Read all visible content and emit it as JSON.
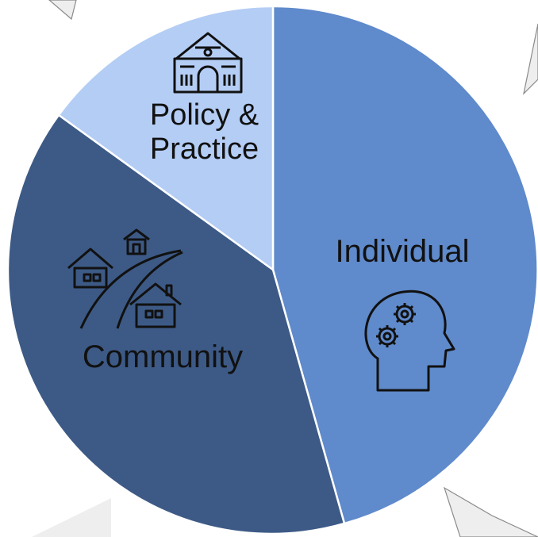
{
  "diagram": {
    "segments": [
      {
        "id": "individual",
        "label": "Individual",
        "icon": "head-gears-icon",
        "color": "#5f8acb",
        "share": 0.45
      },
      {
        "id": "community",
        "label": "Community",
        "icon": "houses-road-icon",
        "color": "#3d5a86",
        "share": 0.4
      },
      {
        "id": "policy",
        "label_line1": "Policy &",
        "label_line2": "Practice",
        "icon": "government-building-icon",
        "color": "#b4cdf5",
        "share": 0.15
      }
    ]
  }
}
